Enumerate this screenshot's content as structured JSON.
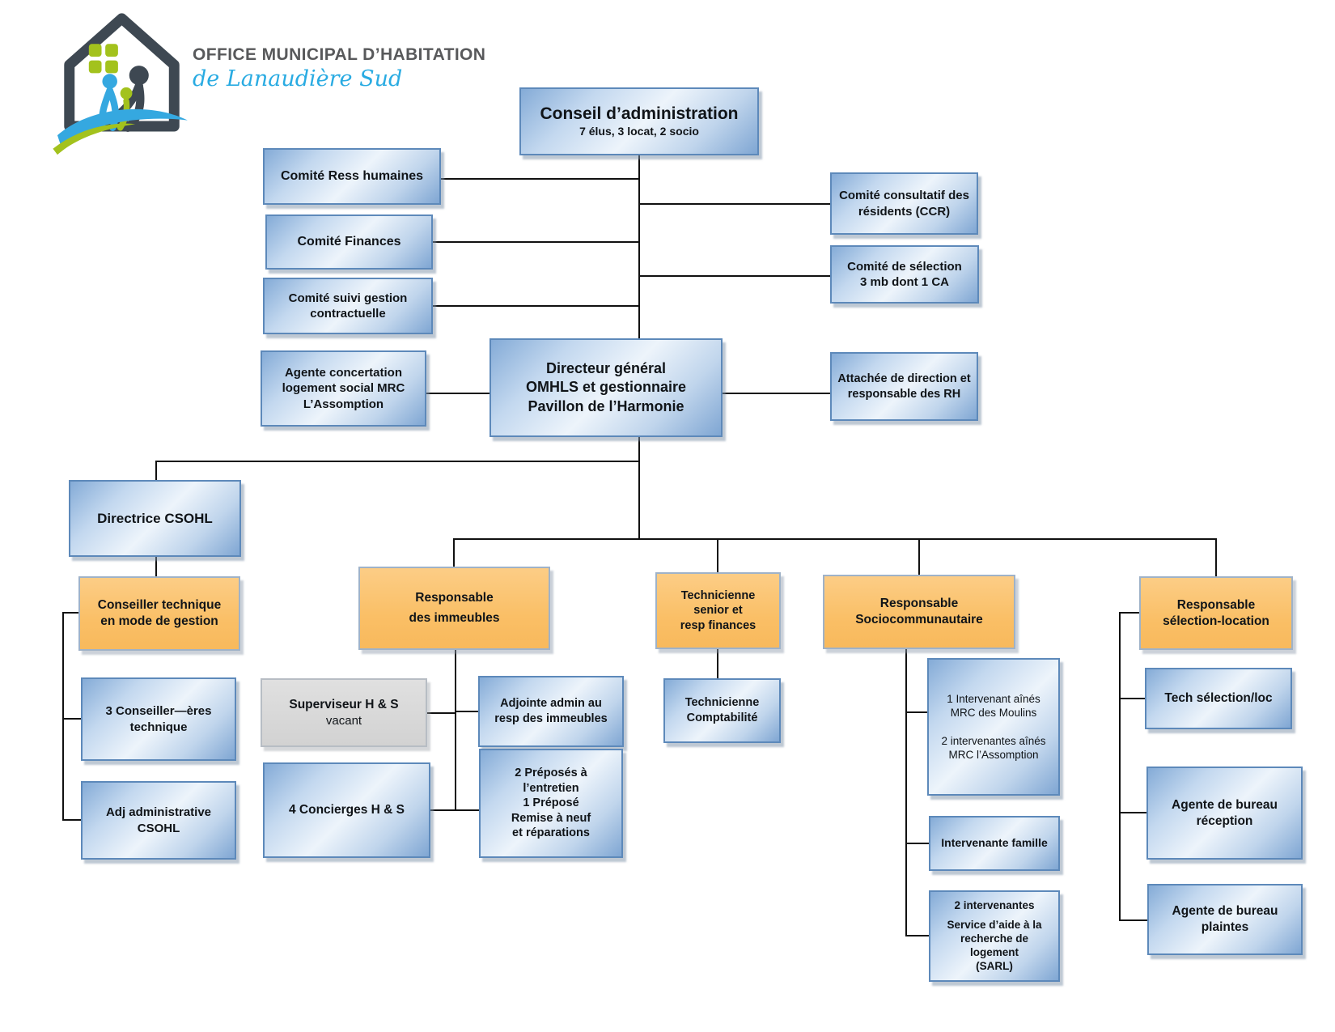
{
  "brand": {
    "line1": "OFFICE MUNICIPAL D’HABITATION",
    "line2": "de Lanaudière Sud"
  },
  "colors": {
    "blue_box_border": "#5d89ba",
    "blue_box_fill_light": "#edf4fb",
    "blue_box_fill_dark": "#7fa6d3",
    "orange_box_fill": "#fabf66",
    "orange_box_border": "#9fb2c8",
    "gray_box_fill": "#d9d9d9",
    "connector_line": "#111111",
    "brand_gray": "#58595b",
    "brand_blue": "#29abe2",
    "logo_green": "#a3c21d",
    "logo_blue": "#35a8e0",
    "logo_dark": "#3e4852"
  },
  "nodes": {
    "conseil": {
      "title": "Conseil d’administration",
      "subtitle": "7 élus, 3 locat, 2 socio"
    },
    "comite_rh": {
      "label": "Comité Ress humaines"
    },
    "comite_finances": {
      "label": "Comité Finances"
    },
    "comite_suivi": {
      "label": "Comité suivi gestion\ncontractuelle"
    },
    "comite_ccr": {
      "label": "Comité consultatif des\nrésidents (CCR)"
    },
    "comite_selection": {
      "label": "Comité de sélection\n3 mb dont 1 CA"
    },
    "agente_concertation": {
      "label": "Agente concertation\nlogement social MRC\nL’Assomption"
    },
    "directeur_general": {
      "label": "Directeur général\nOMHLS et gestionnaire\nPavillon de l’Harmonie"
    },
    "attachee_direction": {
      "label": "Attachée de direction et\nresponsable des RH"
    },
    "directrice_csohl": {
      "label": "Directrice CSOHL"
    },
    "conseiller_technique": {
      "label": "Conseiller technique\nen mode de gestion"
    },
    "conseilleres_technique": {
      "label": "3 Conseiller—ères\ntechnique"
    },
    "adj_admin_csohl": {
      "label": "Adj administrative\nCSOHL"
    },
    "resp_immeubles": {
      "label": "Responsable\ndes immeubles"
    },
    "superviseur": {
      "title": "Superviseur H & S",
      "subtitle": "vacant"
    },
    "adjointe_admin": {
      "label": "Adjointe admin au\nresp des immeubles"
    },
    "concierges": {
      "label": "4 Concierges H & S"
    },
    "preposes": {
      "label": "2 Préposés à\nl’entretien\n1 Préposé\nRemise à neuf\net réparations"
    },
    "technicienne_senior": {
      "label": "Technicienne\nsenior et\nresp finances"
    },
    "technicienne_compta": {
      "label": "Technicienne\nComptabilité"
    },
    "resp_socio": {
      "label": "Responsable\nSociocommunautaire"
    },
    "intervenants_aines": {
      "label": "1 Intervenant aînés\nMRC des Moulins\n\n2 intervenantes aînés\nMRC  l’Assomption"
    },
    "intervenante_famille": {
      "label": "Intervenante famille"
    },
    "intervenantes_sarl": {
      "title": "2 intervenantes",
      "body": "Service d’aide à la\nrecherche de logement\n(SARL)"
    },
    "resp_selection": {
      "label": "Responsable\nsélection-location"
    },
    "tech_selection": {
      "label": "Tech sélection/loc"
    },
    "agente_reception": {
      "label": "Agente de bureau\nréception"
    },
    "agente_plaintes": {
      "label": "Agente de bureau\nplaintes"
    }
  }
}
